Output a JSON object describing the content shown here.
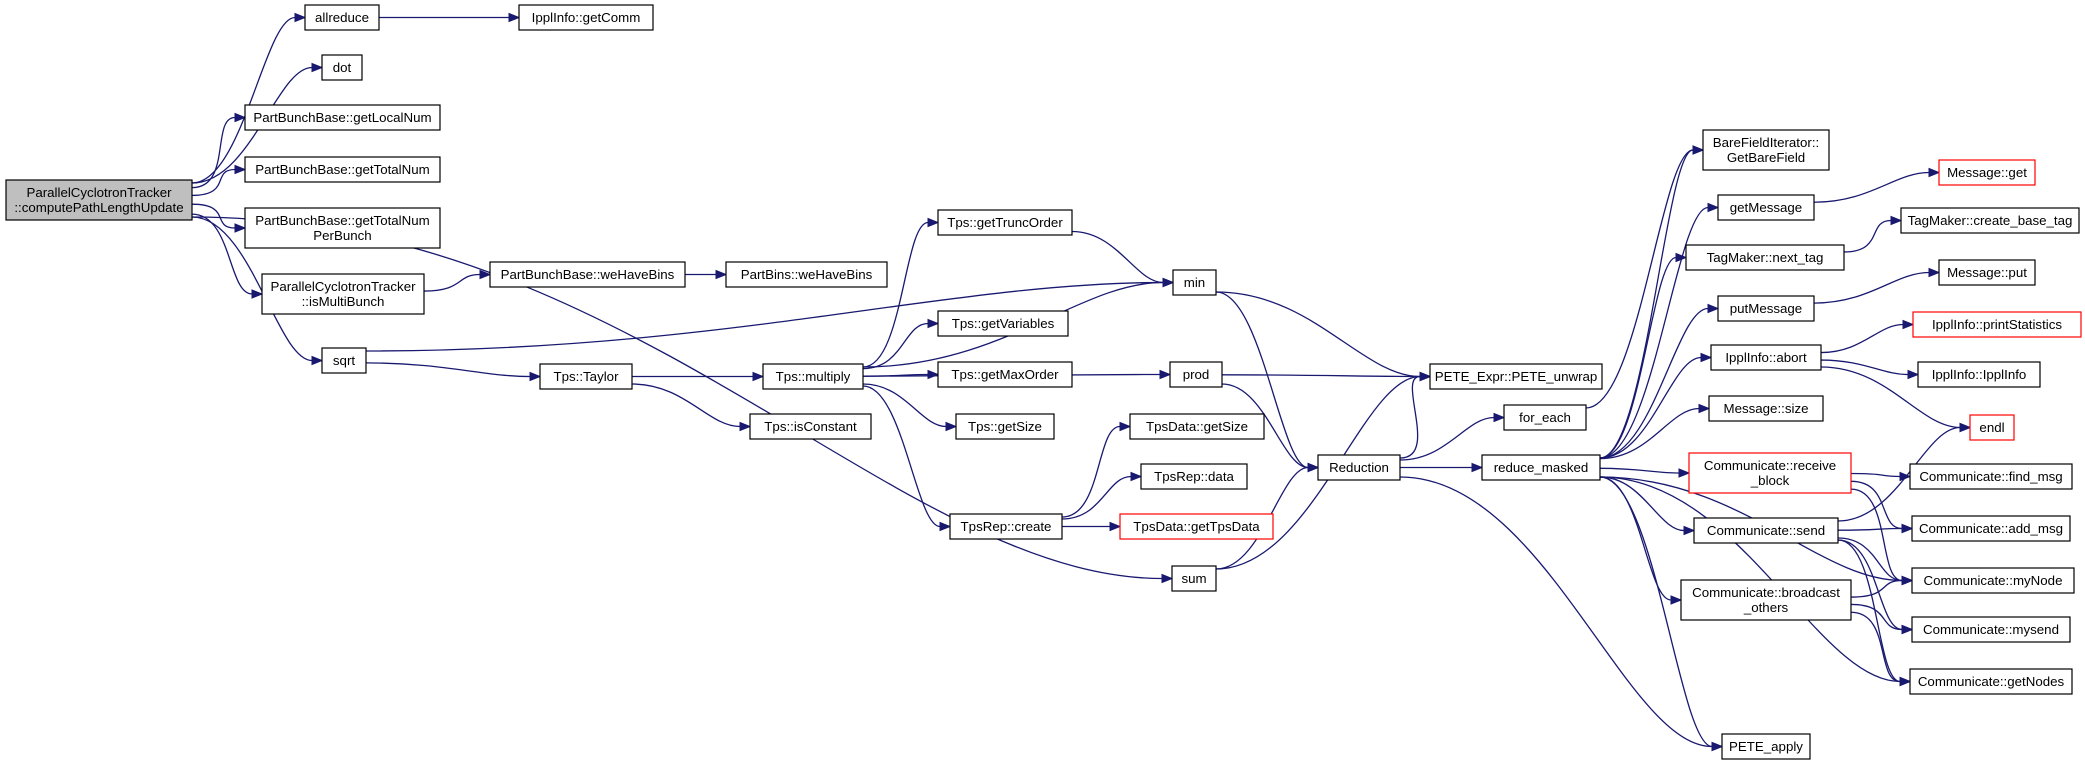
{
  "colors": {
    "edge": "#191970",
    "node_border": "#000000",
    "root_fill": "#bfbfbf",
    "truncated_border": "#ff0000"
  },
  "nodes": [
    {
      "id": "root",
      "lines": [
        "ParallelCyclotronTracker",
        "::computePathLengthUpdate"
      ],
      "style": "root"
    },
    {
      "id": "allreduce",
      "lines": [
        "allreduce"
      ]
    },
    {
      "id": "getComm",
      "lines": [
        "IpplInfo::getComm"
      ]
    },
    {
      "id": "dot",
      "lines": [
        "dot"
      ]
    },
    {
      "id": "getLocalNum",
      "lines": [
        "PartBunchBase::getLocalNum"
      ]
    },
    {
      "id": "getTotalNum",
      "lines": [
        "PartBunchBase::getTotalNum"
      ]
    },
    {
      "id": "getTotalNumPerBunch",
      "lines": [
        "PartBunchBase::getTotalNum",
        "PerBunch"
      ]
    },
    {
      "id": "isMultiBunch",
      "lines": [
        "ParallelCyclotronTracker",
        "::isMultiBunch"
      ]
    },
    {
      "id": "pbbWeHaveBins",
      "lines": [
        "PartBunchBase::weHaveBins"
      ]
    },
    {
      "id": "pbWeHaveBins",
      "lines": [
        "PartBins::weHaveBins"
      ]
    },
    {
      "id": "sqrt",
      "lines": [
        "sqrt"
      ]
    },
    {
      "id": "taylor",
      "lines": [
        "Tps::Taylor"
      ]
    },
    {
      "id": "isConstant",
      "lines": [
        "Tps::isConstant"
      ]
    },
    {
      "id": "multiply",
      "lines": [
        "Tps::multiply"
      ]
    },
    {
      "id": "getTruncOrder",
      "lines": [
        "Tps::getTruncOrder"
      ]
    },
    {
      "id": "getVariables",
      "lines": [
        "Tps::getVariables"
      ]
    },
    {
      "id": "getMaxOrder",
      "lines": [
        "Tps::getMaxOrder"
      ]
    },
    {
      "id": "getSize",
      "lines": [
        "Tps::getSize"
      ]
    },
    {
      "id": "tpsRepCreate",
      "lines": [
        "TpsRep::create"
      ]
    },
    {
      "id": "tpsDataGetSize",
      "lines": [
        "TpsData::getSize"
      ]
    },
    {
      "id": "tpsRepData",
      "lines": [
        "TpsRep::data"
      ]
    },
    {
      "id": "getTpsData",
      "lines": [
        "TpsData::getTpsData"
      ],
      "style": "red"
    },
    {
      "id": "min",
      "lines": [
        "min"
      ]
    },
    {
      "id": "prod",
      "lines": [
        "prod"
      ]
    },
    {
      "id": "sum",
      "lines": [
        "sum"
      ]
    },
    {
      "id": "reduction",
      "lines": [
        "Reduction"
      ]
    },
    {
      "id": "peteUnwrap",
      "lines": [
        "PETE_Expr::PETE_unwrap"
      ]
    },
    {
      "id": "forEach",
      "lines": [
        "for_each"
      ]
    },
    {
      "id": "reduceMasked",
      "lines": [
        "reduce_masked"
      ]
    },
    {
      "id": "getBareField",
      "lines": [
        "BareFieldIterator::",
        "GetBareField"
      ]
    },
    {
      "id": "getMessage",
      "lines": [
        "getMessage"
      ]
    },
    {
      "id": "nextTag",
      "lines": [
        "TagMaker::next_tag"
      ]
    },
    {
      "id": "putMessage",
      "lines": [
        "putMessage"
      ]
    },
    {
      "id": "abort",
      "lines": [
        "IpplInfo::abort"
      ]
    },
    {
      "id": "msgSize",
      "lines": [
        "Message::size"
      ]
    },
    {
      "id": "receiveBlock",
      "lines": [
        "Communicate::receive",
        "_block"
      ],
      "style": "red"
    },
    {
      "id": "send",
      "lines": [
        "Communicate::send"
      ]
    },
    {
      "id": "broadcastOthers",
      "lines": [
        "Communicate::broadcast",
        "_others"
      ]
    },
    {
      "id": "peteApply",
      "lines": [
        "PETE_apply"
      ]
    },
    {
      "id": "msgGet",
      "lines": [
        "Message::get"
      ],
      "style": "red"
    },
    {
      "id": "createBaseTag",
      "lines": [
        "TagMaker::create_base_tag"
      ]
    },
    {
      "id": "msgPut",
      "lines": [
        "Message::put"
      ]
    },
    {
      "id": "printStatistics",
      "lines": [
        "IpplInfo::printStatistics"
      ],
      "style": "red"
    },
    {
      "id": "ipplInfo",
      "lines": [
        "IpplInfo::IpplInfo"
      ]
    },
    {
      "id": "endl",
      "lines": [
        "endl"
      ],
      "style": "red"
    },
    {
      "id": "findMsg",
      "lines": [
        "Communicate::find_msg"
      ]
    },
    {
      "id": "addMsg",
      "lines": [
        "Communicate::add_msg"
      ]
    },
    {
      "id": "myNode",
      "lines": [
        "Communicate::myNode"
      ]
    },
    {
      "id": "mysend",
      "lines": [
        "Communicate::mysend"
      ]
    },
    {
      "id": "getNodes",
      "lines": [
        "Communicate::getNodes"
      ]
    }
  ],
  "edges": [
    [
      "root",
      "allreduce"
    ],
    [
      "root",
      "dot"
    ],
    [
      "root",
      "getLocalNum"
    ],
    [
      "root",
      "getTotalNum"
    ],
    [
      "root",
      "getTotalNumPerBunch"
    ],
    [
      "root",
      "isMultiBunch"
    ],
    [
      "root",
      "sqrt"
    ],
    [
      "root",
      "sum"
    ],
    [
      "allreduce",
      "getComm"
    ],
    [
      "isMultiBunch",
      "pbbWeHaveBins"
    ],
    [
      "pbbWeHaveBins",
      "pbWeHaveBins"
    ],
    [
      "sqrt",
      "min"
    ],
    [
      "sqrt",
      "taylor"
    ],
    [
      "taylor",
      "multiply"
    ],
    [
      "taylor",
      "isConstant"
    ],
    [
      "multiply",
      "getTruncOrder"
    ],
    [
      "multiply",
      "min"
    ],
    [
      "multiply",
      "getVariables"
    ],
    [
      "multiply",
      "getMaxOrder"
    ],
    [
      "multiply",
      "getSize"
    ],
    [
      "multiply",
      "prod"
    ],
    [
      "multiply",
      "tpsRepCreate"
    ],
    [
      "tpsRepCreate",
      "tpsDataGetSize"
    ],
    [
      "tpsRepCreate",
      "tpsRepData"
    ],
    [
      "tpsRepCreate",
      "getTpsData"
    ],
    [
      "getTruncOrder",
      "min"
    ],
    [
      "min",
      "peteUnwrap"
    ],
    [
      "min",
      "reduction"
    ],
    [
      "prod",
      "peteUnwrap"
    ],
    [
      "prod",
      "reduction"
    ],
    [
      "sum",
      "peteUnwrap"
    ],
    [
      "sum",
      "reduction"
    ],
    [
      "reduction",
      "peteUnwrap"
    ],
    [
      "reduction",
      "forEach"
    ],
    [
      "reduction",
      "reduceMasked"
    ],
    [
      "reduction",
      "peteApply"
    ],
    [
      "forEach",
      "getBareField"
    ],
    [
      "reduceMasked",
      "getBareField"
    ],
    [
      "reduceMasked",
      "getMessage"
    ],
    [
      "reduceMasked",
      "nextTag"
    ],
    [
      "reduceMasked",
      "putMessage"
    ],
    [
      "reduceMasked",
      "abort"
    ],
    [
      "reduceMasked",
      "msgSize"
    ],
    [
      "reduceMasked",
      "receiveBlock"
    ],
    [
      "reduceMasked",
      "send"
    ],
    [
      "reduceMasked",
      "broadcastOthers"
    ],
    [
      "reduceMasked",
      "peteApply"
    ],
    [
      "reduceMasked",
      "myNode"
    ],
    [
      "reduceMasked",
      "getNodes"
    ],
    [
      "getMessage",
      "msgGet"
    ],
    [
      "nextTag",
      "createBaseTag"
    ],
    [
      "putMessage",
      "msgPut"
    ],
    [
      "abort",
      "printStatistics"
    ],
    [
      "abort",
      "ipplInfo"
    ],
    [
      "abort",
      "endl"
    ],
    [
      "receiveBlock",
      "findMsg"
    ],
    [
      "receiveBlock",
      "addMsg"
    ],
    [
      "receiveBlock",
      "myNode"
    ],
    [
      "send",
      "endl"
    ],
    [
      "send",
      "addMsg"
    ],
    [
      "send",
      "myNode"
    ],
    [
      "send",
      "mysend"
    ],
    [
      "send",
      "getNodes"
    ],
    [
      "broadcastOthers",
      "myNode"
    ],
    [
      "broadcastOthers",
      "mysend"
    ],
    [
      "broadcastOthers",
      "getNodes"
    ]
  ]
}
